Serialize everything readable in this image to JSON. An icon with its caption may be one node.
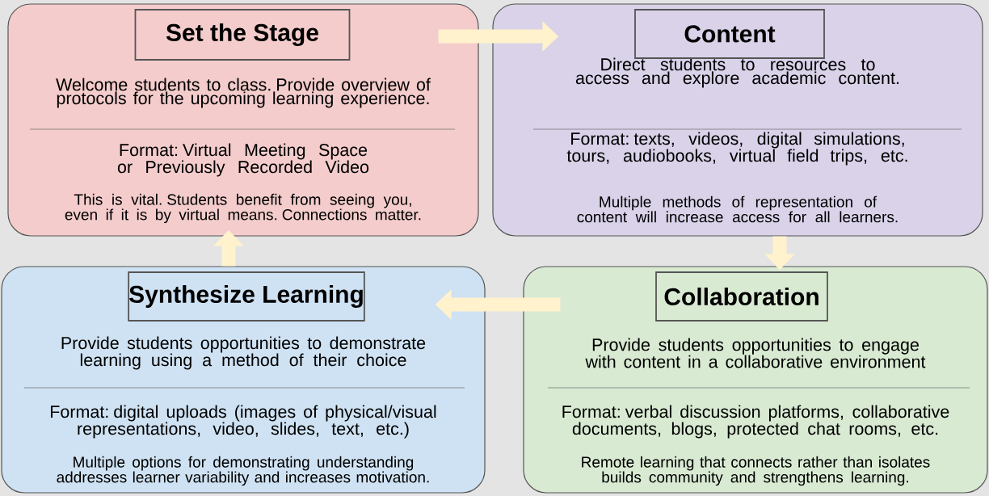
{
  "diagram": {
    "nodes": [
      {
        "text": [
          "Welcome students to class. Provide overview of protocols for the upcoming learning experience.",
          "Format: Virtual Meeting Space or Previously Recorded Video",
          "This is vital. Students benefit from seeing you, even if it is by virtual means. Connections matter."
        ]
      },
      {
        "text": [
          "Set the Stage"
        ],
        "in": 0
      },
      {
        "text": [
          "Direct students to resources to access and explore academic content.",
          "Format: texts, videos, digital simulations, tours, audiobooks, virtual field trips, etc.",
          "Multiple methods of representation of content will increase access for all learners."
        ]
      },
      {
        "text": [
          "Content"
        ],
        "in": 2
      },
      {
        "text": [
          "Provide students opportunities to engage with content in a collaborative environment",
          "Format: verbal discussion platforms, collaborative documents, blogs, protected chat rooms, etc.",
          "Remote learning that connects rather than isolates builds community and strengthens learning."
        ]
      },
      {
        "text": [
          "Collaboration"
        ],
        "in": 4
      },
      {
        "text": [
          "Provide students opportunities to demonstrate learning using a method of their choice",
          "Format: digital uploads (images of physical/visual representations, video, slides, text, etc.)",
          "Multiple options for demonstrating understanding addresses learner variability and increases motivation."
        ]
      },
      {
        "text": [
          "Synthesize Learning"
        ],
        "in": 6
      }
    ],
    "edges": [
      {
        "from": 0,
        "to": 2,
        "arrow": "to"
      },
      {
        "from": 2,
        "to": 4,
        "arrow": "to"
      },
      {
        "from": 4,
        "to": 6,
        "arrow": "to"
      },
      {
        "from": 6,
        "to": 0,
        "arrow": "to"
      }
    ]
  }
}
